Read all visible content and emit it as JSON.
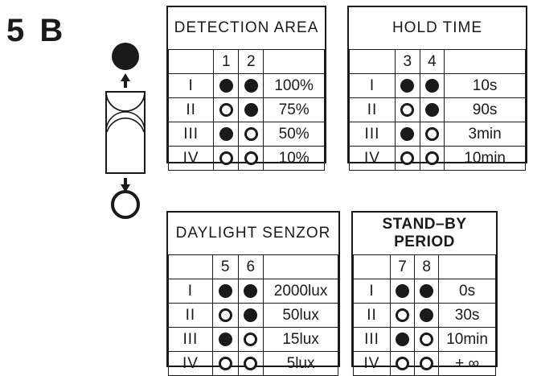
{
  "figure": {
    "label": "5 B",
    "switch_diagram": {
      "on_marker": "filled-circle",
      "off_marker": "open-circle",
      "up_arrow": "arrow-up",
      "down_arrow": "arrow-down",
      "body": "dip-switch-rocker"
    }
  },
  "tables": [
    {
      "id": "detection-area",
      "title": "DETECTION AREA",
      "title_bold": false,
      "switch_numbers": [
        "1",
        "2"
      ],
      "rows": [
        {
          "label": "I",
          "switches": [
            "on",
            "on"
          ],
          "value": "100%"
        },
        {
          "label": "II",
          "switches": [
            "off",
            "on"
          ],
          "value": "75%"
        },
        {
          "label": "III",
          "switches": [
            "on",
            "off"
          ],
          "value": "50%"
        },
        {
          "label": "IV",
          "switches": [
            "off",
            "off"
          ],
          "value": "10%"
        }
      ]
    },
    {
      "id": "hold-time",
      "title": "HOLD TIME",
      "title_bold": false,
      "switch_numbers": [
        "3",
        "4"
      ],
      "rows": [
        {
          "label": "I",
          "switches": [
            "on",
            "on"
          ],
          "value": "10s"
        },
        {
          "label": "II",
          "switches": [
            "off",
            "on"
          ],
          "value": "90s"
        },
        {
          "label": "III",
          "switches": [
            "on",
            "off"
          ],
          "value": "3min"
        },
        {
          "label": "IV",
          "switches": [
            "off",
            "off"
          ],
          "value": "10min"
        }
      ]
    },
    {
      "id": "daylight-senzor",
      "title": "DAYLIGHT SENZOR",
      "title_bold": false,
      "switch_numbers": [
        "5",
        "6"
      ],
      "rows": [
        {
          "label": "I",
          "switches": [
            "on",
            "on"
          ],
          "value": "2000lux"
        },
        {
          "label": "II",
          "switches": [
            "off",
            "on"
          ],
          "value": "50lux"
        },
        {
          "label": "III",
          "switches": [
            "on",
            "off"
          ],
          "value": "15lux"
        },
        {
          "label": "IV",
          "switches": [
            "off",
            "off"
          ],
          "value": "5lux"
        }
      ]
    },
    {
      "id": "stand-by-period",
      "title": "STAND–BY PERIOD",
      "title_bold": true,
      "switch_numbers": [
        "7",
        "8"
      ],
      "rows": [
        {
          "label": "I",
          "switches": [
            "on",
            "on"
          ],
          "value": "0s"
        },
        {
          "label": "II",
          "switches": [
            "off",
            "on"
          ],
          "value": "30s"
        },
        {
          "label": "III",
          "switches": [
            "on",
            "off"
          ],
          "value": "10min"
        },
        {
          "label": "IV",
          "switches": [
            "off",
            "off"
          ],
          "value": "+ ∞"
        }
      ]
    }
  ],
  "colors": {
    "ink": "#1a1a1a",
    "paper": "#ffffff"
  }
}
